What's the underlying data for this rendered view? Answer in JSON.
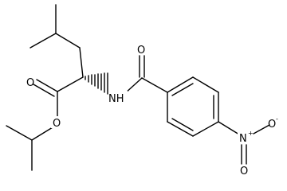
{
  "molecule": {
    "atoms": [
      {
        "id": "O1",
        "symbol": "O",
        "charge": ""
      },
      {
        "id": "O2",
        "symbol": "O",
        "charge": ""
      },
      {
        "id": "N1",
        "symbol": "NH",
        "charge": ""
      },
      {
        "id": "O3",
        "symbol": "O",
        "charge": ""
      },
      {
        "id": "N2",
        "symbol": "N",
        "charge": "+"
      },
      {
        "id": "O4",
        "symbol": "O",
        "charge": "-"
      },
      {
        "id": "O5",
        "symbol": "O",
        "charge": ""
      }
    ]
  }
}
